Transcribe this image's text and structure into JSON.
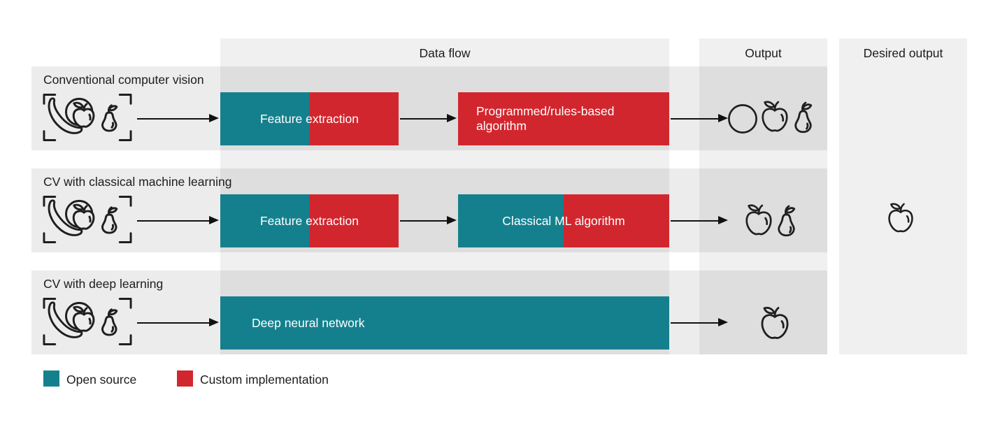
{
  "diagram": {
    "columns": {
      "data_flow": "Data flow",
      "output": "Output",
      "desired_output": "Desired output"
    },
    "rows": [
      {
        "label": "Conventional computer vision",
        "input_icon": "fruits-viewfinder-icon",
        "stages": [
          {
            "label": "Feature extraction",
            "style": "split-teal-red"
          },
          {
            "label": "Programmed/rules-based algorithm",
            "style": "red"
          }
        ],
        "output_icons": [
          "round-fruit-icon",
          "apple-icon",
          "pear-icon"
        ],
        "desired_output_icons": []
      },
      {
        "label": "CV with classical machine learning",
        "input_icon": "fruits-viewfinder-icon",
        "stages": [
          {
            "label": "Feature extraction",
            "style": "split-teal-red"
          },
          {
            "label": "Classical ML algorithm",
            "style": "split-teal-red"
          }
        ],
        "output_icons": [
          "apple-icon",
          "pear-icon"
        ],
        "desired_output_icons": [
          "apple-icon"
        ]
      },
      {
        "label": "CV with deep learning",
        "input_icon": "fruits-viewfinder-icon",
        "stages": [
          {
            "label": "Deep neural network",
            "style": "teal"
          }
        ],
        "output_icons": [
          "apple-icon"
        ],
        "desired_output_icons": []
      }
    ],
    "legend": [
      {
        "label": "Open source",
        "color": "#15808d"
      },
      {
        "label": "Custom implementation",
        "color": "#d2262e"
      }
    ],
    "colors": {
      "open_source_teal": "#15808d",
      "custom_implementation_red": "#d2262e",
      "column_band_gray": "#f0f0f0",
      "row_band_gray": "#e9e9e9",
      "ink": "#1c1c1c"
    }
  }
}
